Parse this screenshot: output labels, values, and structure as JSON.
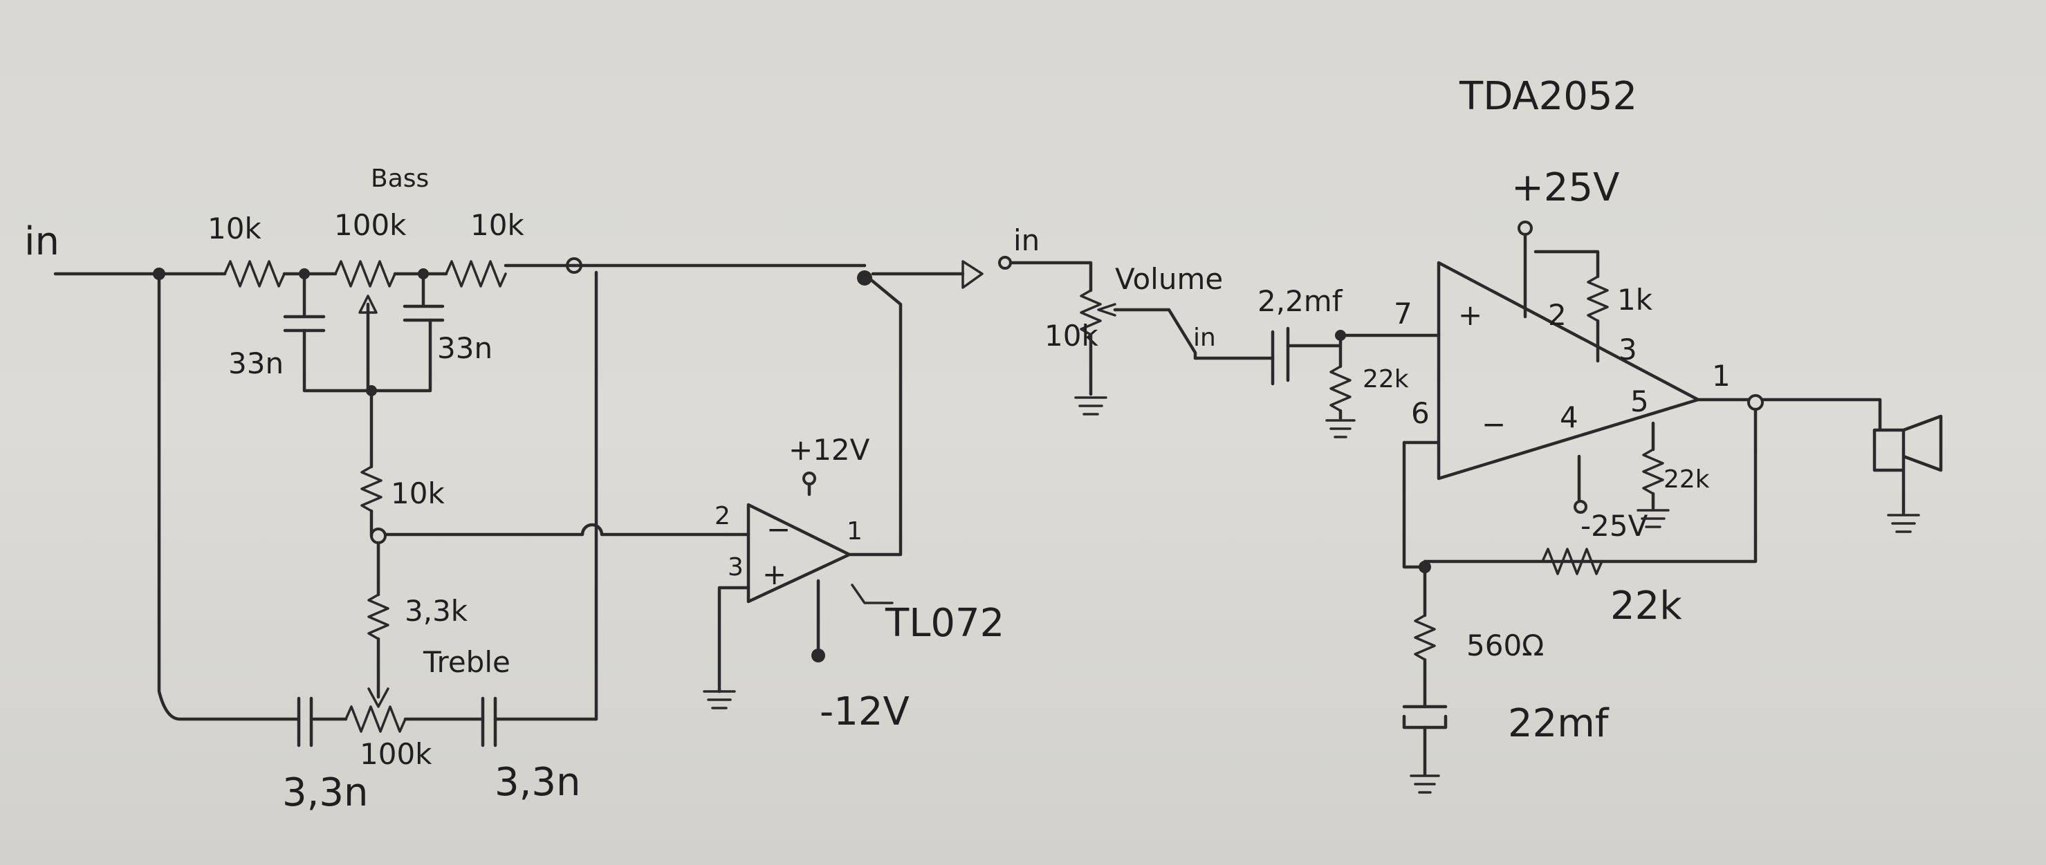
{
  "title": "TDA2052",
  "labels": {
    "in_left": "in",
    "bass": "Bass",
    "r1": "10k",
    "r_bass_pot": "100k",
    "r2": "10k",
    "c_bass_left": "33n",
    "c_bass_right": "33n",
    "r_mid": "10k",
    "r_treble": "3,3k",
    "treble": "Treble",
    "r_treble_pot": "100k",
    "c_treble_left": "3,3n",
    "c_treble_right": "3,3n",
    "opamp_pin2": "2",
    "opamp_pin3": "3",
    "opamp_pin1": "1",
    "opamp_minus": "−",
    "opamp_plus": "+",
    "opamp_vpos": "+12V",
    "opamp_vneg": "-12V",
    "opamp_part": "TL072",
    "in_right": "in",
    "volume": "Volume",
    "r_volume": "10k",
    "in_small": "in",
    "c_input": "2,2mf",
    "r_input": "22k",
    "pin7": "7",
    "pin6": "6",
    "pin2": "2",
    "pin3": "3",
    "pin4": "4",
    "pin5": "5",
    "pin1": "1",
    "amp_plus": "+",
    "amp_minus": "−",
    "vpos_amp": "+25V",
    "vneg_amp": "-25V",
    "r_boot": "1k",
    "r_pin5": "22k",
    "r_feedback": "22k",
    "r_560": "560Ω",
    "c_22mf": "22mf"
  }
}
